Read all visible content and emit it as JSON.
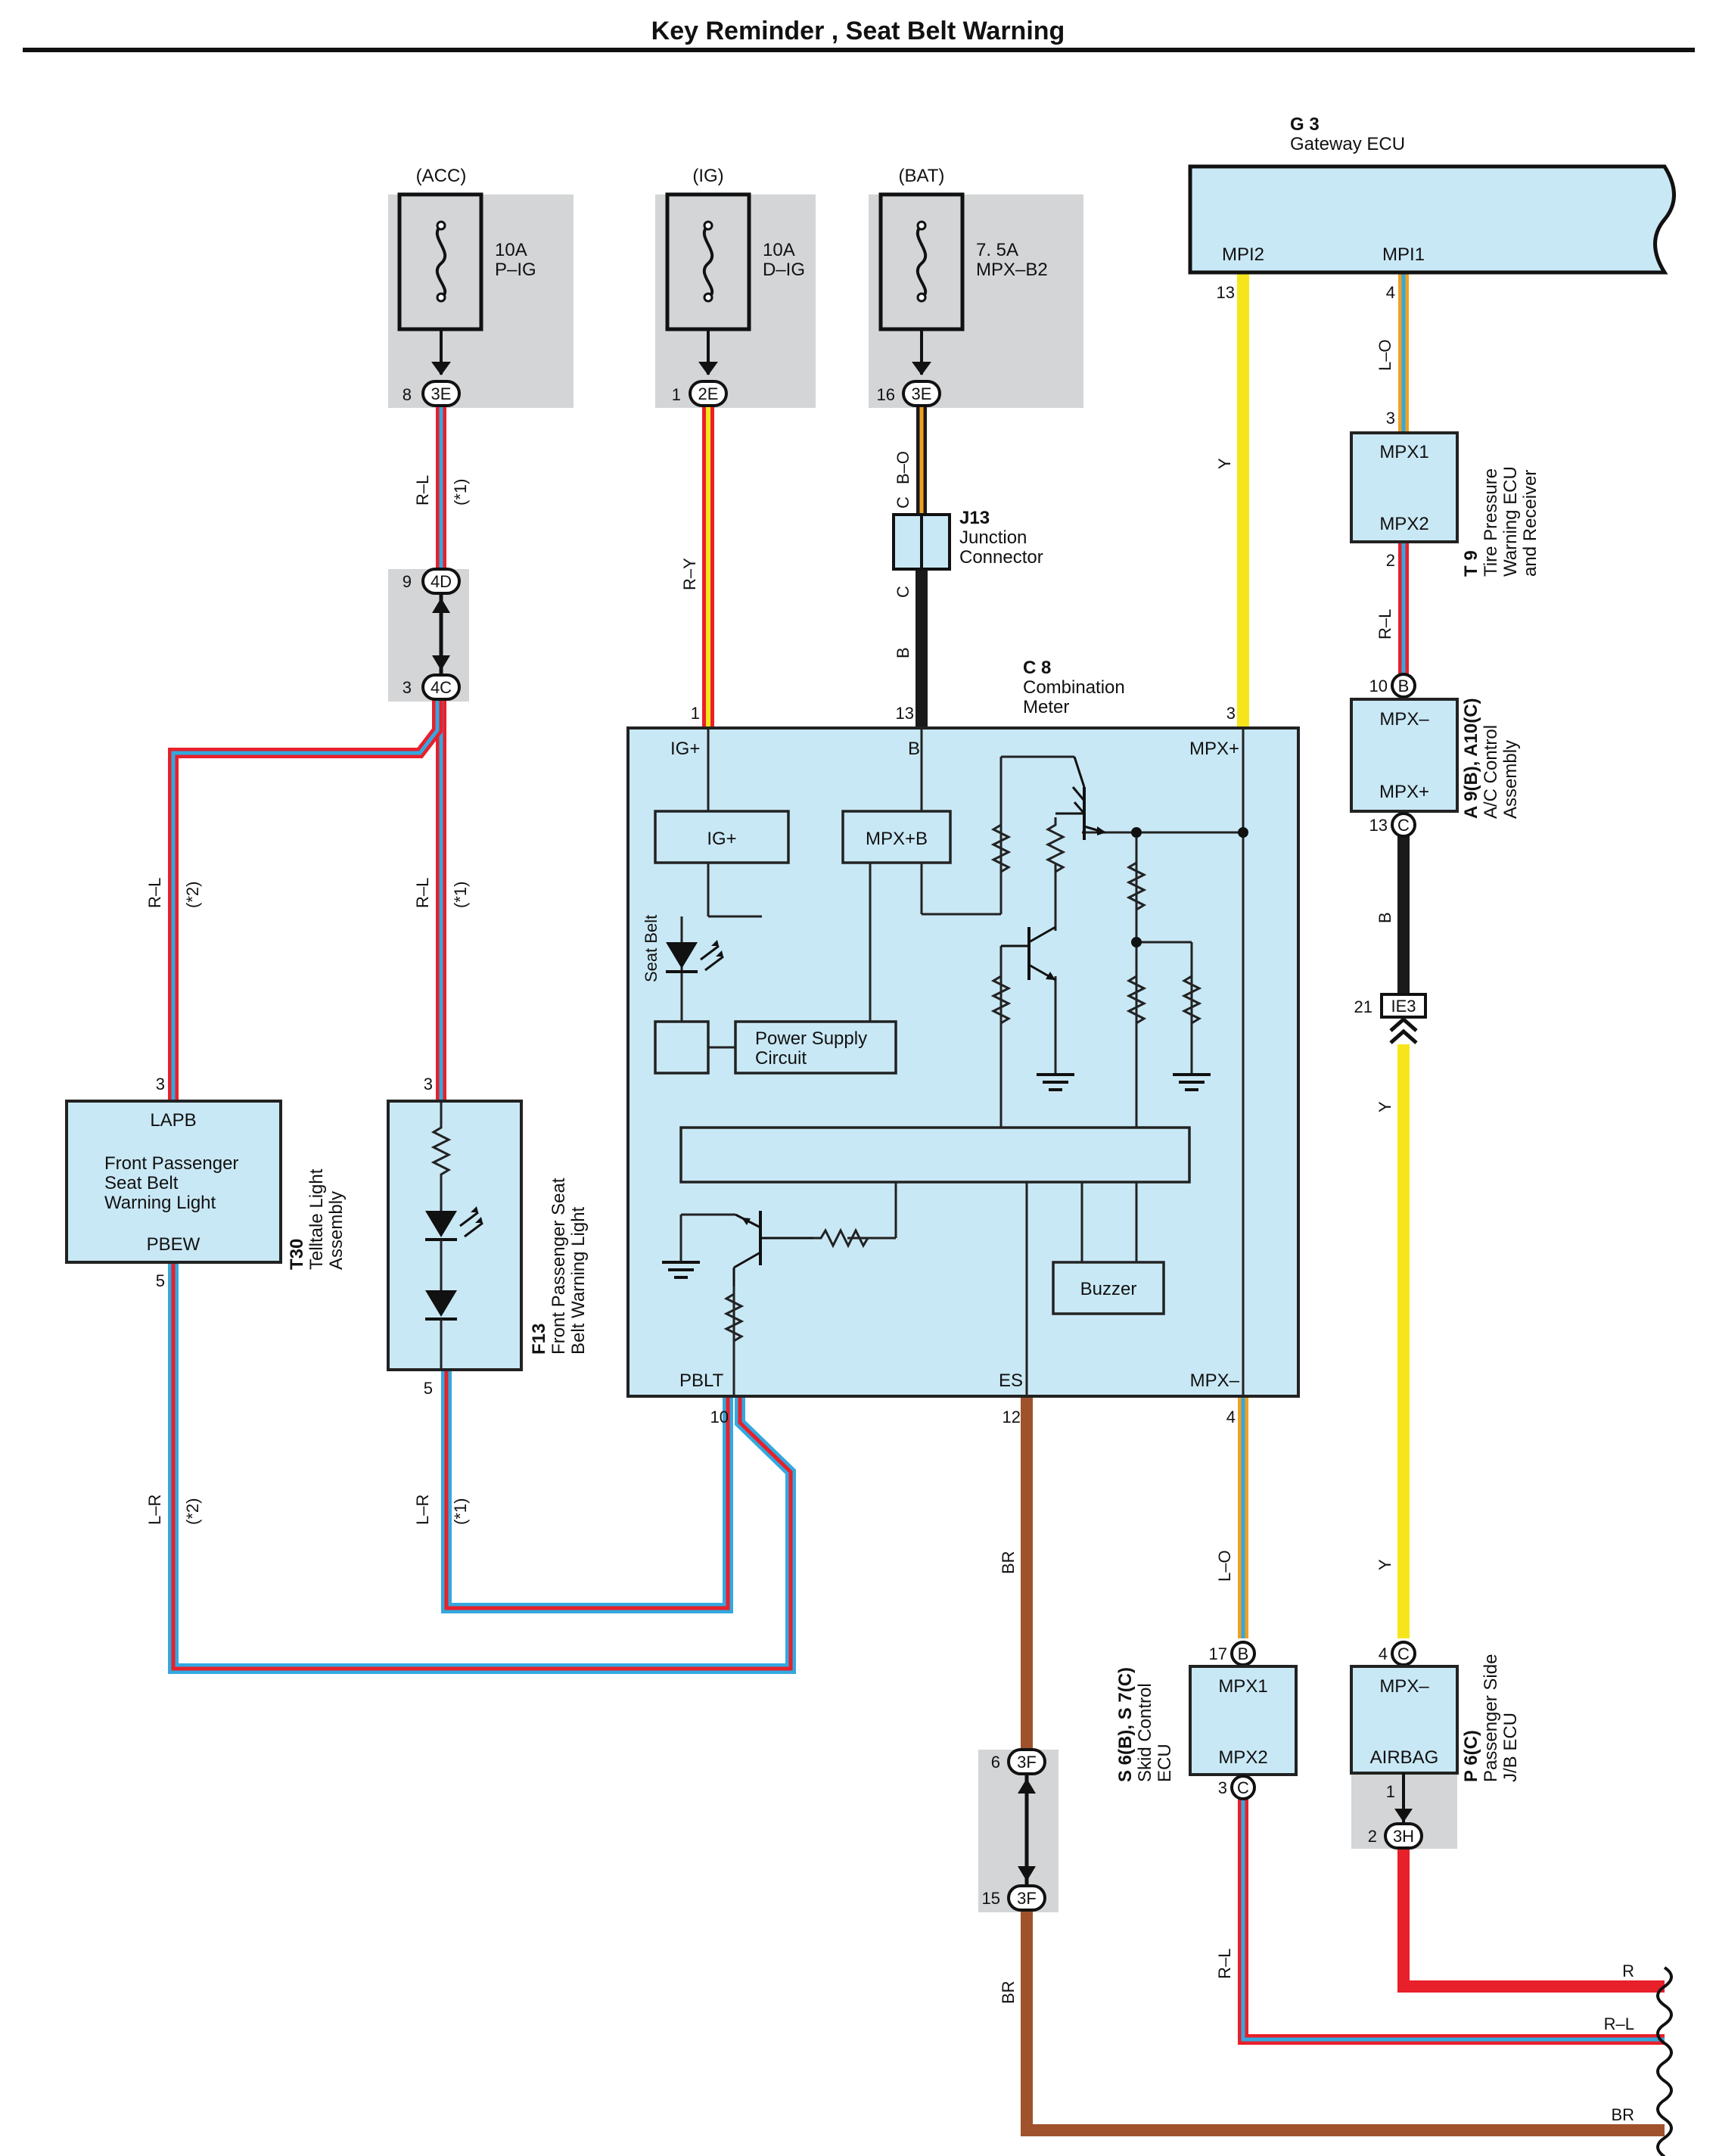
{
  "title": "Key Reminder , Seat Belt Warning",
  "fuses": [
    {
      "supply": "(ACC)",
      "rating": "10A",
      "name": "P–IG",
      "pin": "8",
      "connector": "3E"
    },
    {
      "supply": "(IG)",
      "rating": "10A",
      "name": "D–IG",
      "pin": "1",
      "connector": "2E"
    },
    {
      "supply": "(BAT)",
      "rating": "7. 5A",
      "name": "MPX–B2",
      "pin": "16",
      "connector": "3E"
    }
  ],
  "gateway": {
    "code": "G 3",
    "name": "Gateway ECU",
    "mpi2": "MPI2",
    "mpi1": "MPI1",
    "pin_mpi2": "13",
    "pin_mpi1": "4"
  },
  "tpms": {
    "code": "T 9",
    "name1": "Tire Pressure",
    "name2": "Warning ECU",
    "name3": "and Receiver",
    "mpx1": "MPX1",
    "mpx2": "MPX2",
    "pin_top": "3",
    "pin_bottom": "2"
  },
  "ac": {
    "code": "A 9(B), A10(C)",
    "name1": "A/C Control",
    "name2": "Assembly",
    "mpxm": "MPX–",
    "mpxp": "MPX+",
    "pin_top": "10",
    "conn_top": "B",
    "pin_bottom": "13",
    "conn_bottom": "C"
  },
  "ie3": {
    "pin": "21",
    "connector": "IE3"
  },
  "j13": {
    "code": "J13",
    "name1": "Junction",
    "name2": "Connector",
    "c_top": "C",
    "c_bottom": "C"
  },
  "meter": {
    "code": "C 8",
    "name1": "Combination",
    "name2": "Meter",
    "igp": "IG+",
    "b": "B",
    "mpxp": "MPX+",
    "igp_box": "IG+",
    "mpxb_box": "MPX+B",
    "seatbelt": "Seat Belt",
    "psc1": "Power Supply",
    "psc2": "Circuit",
    "buzzer": "Buzzer",
    "pblt": "PBLT",
    "es": "ES",
    "mpxm": "MPX–",
    "pin_igp": "1",
    "pin_b": "13",
    "pin_mpxp": "3",
    "pin_pblt": "10",
    "pin_es": "12",
    "pin_mpxm": "4"
  },
  "conn4": {
    "pin_top": "9",
    "conn_top": "4D",
    "pin_bottom": "3",
    "conn_bottom": "4C"
  },
  "t30": {
    "code": "T30",
    "name1": "Telltale Light",
    "name2": "Assembly",
    "lapb": "LAPB",
    "l1": "Front Passenger",
    "l2": "Seat Belt",
    "l3": "Warning Light",
    "pbew": "PBEW",
    "pin_top": "3",
    "pin_bottom": "5"
  },
  "f13": {
    "code": "F13",
    "name1": "Front Passenger Seat",
    "name2": "Belt Warning Light",
    "pin_top": "3",
    "pin_bottom": "5"
  },
  "skid": {
    "code": "S 6(B), S 7(C)",
    "name1": "Skid Control",
    "name2": "ECU",
    "mpx1": "MPX1",
    "mpx2": "MPX2",
    "pin_top": "17",
    "conn_top": "B",
    "pin_bottom": "3",
    "conn_bottom": "C"
  },
  "jb": {
    "code": "P 6(C)",
    "name1": "Passenger Side",
    "name2": "J/B ECU",
    "mpxm": "MPX–",
    "airbag": "AIRBAG",
    "pin_top": "4",
    "conn_top": "C",
    "pin_bottom": "1",
    "pin_3h": "2",
    "conn_3h": "3H"
  },
  "conn3f": {
    "pin_top": "6",
    "conn_top": "3F",
    "pin_bottom": "15",
    "conn_bottom": "3F"
  },
  "wires": {
    "rl": "R–L",
    "star1": "(*1)",
    "star2": "(*2)",
    "ry": "R–Y",
    "bo": "B–O",
    "b": "B",
    "y": "Y",
    "lo": "L–O",
    "lr": "L–R",
    "br": "BR",
    "r": "R"
  },
  "colors": {
    "red": "#e8202a",
    "blue": "#33a8df",
    "yellow": "#f7e51c",
    "black": "#1a1a1a",
    "brown": "#a0522d",
    "orange": "#f0a020",
    "panel": "#c9e8f5",
    "gray": "#d4d5d7"
  }
}
